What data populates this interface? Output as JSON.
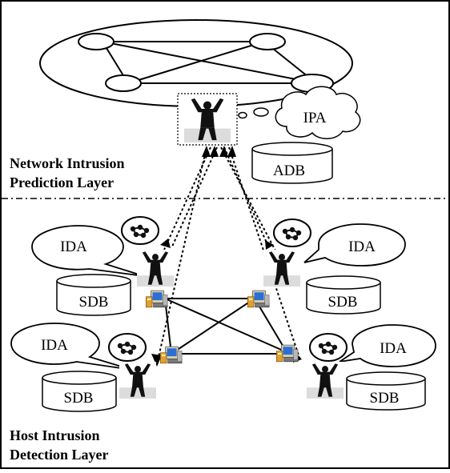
{
  "layers": {
    "network": {
      "line1": "Network Intrusion",
      "line2": "Prediction Layer"
    },
    "host": {
      "line1": "Host Intrusion",
      "line2": "Detection Layer"
    }
  },
  "network_agent": {
    "bubble": "IPA",
    "database": "ADB"
  },
  "host_agents": [
    {
      "bubble": "IDA",
      "database": "SDB"
    },
    {
      "bubble": "IDA",
      "database": "SDB"
    },
    {
      "bubble": "IDA",
      "database": "SDB"
    },
    {
      "bubble": "IDA",
      "database": "SDB"
    }
  ],
  "icons": {
    "agent": "person-arms-raised-icon",
    "host": "computer-icon",
    "thought": "cluster-icon",
    "network_node": "ellipse-node-icon"
  }
}
